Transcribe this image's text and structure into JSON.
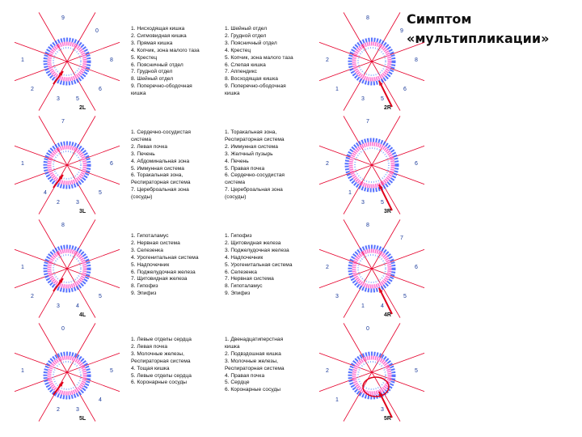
{
  "slide": {
    "title_line1": "Симптом",
    "title_line2": "«мультипликации»"
  },
  "colors": {
    "ring_blue": "#3b5bff",
    "ring_pink": "#ff6fd0",
    "ray_red": "#e5002b",
    "arrow": "#e0001a"
  },
  "rows": [
    {
      "left_label": "2L",
      "right_label": "2R",
      "left_numbers": {
        "top": "9",
        "tr": "0",
        "r": "8",
        "br": "6",
        "b1": "5",
        "b2": "3",
        "l": "1",
        "bl": "2",
        "extra": ""
      },
      "right_numbers": {
        "top": "8",
        "tr": "9",
        "r": "8",
        "br": "6",
        "b1": "5",
        "b2": "3",
        "l": "2",
        "bl": "1",
        "extra": ""
      },
      "list_left": [
        "1. Нисходящая кишка",
        "2. Сигмовидная кишка",
        "3. Прямая кишка",
        "4. Копчик, зона малого таза",
        "5. Крестец",
        "6. Поясничный отдел",
        "7. Грудной отдел",
        "8. Шейный отдел",
        "9. Поперечно-ободочная",
        "кишка"
      ],
      "list_right": [
        "1. Шейный отдел",
        "2. Грудной отдел",
        "3. Поясничный отдел",
        "4. Крестец",
        "5. Копчик, зона малого таза",
        "6. Слепая кишка",
        "7. Аппендикс",
        "8. Восходящая кишка",
        "9. Поперечно-ободочная",
        "кишка"
      ]
    },
    {
      "left_label": "3L",
      "right_label": "3R",
      "left_numbers": {
        "top": "7",
        "tr": "",
        "r": "6",
        "br": "5",
        "b1": "3",
        "b2": "2",
        "l": "1",
        "bl": "",
        "extra": "4"
      },
      "right_numbers": {
        "top": "7",
        "tr": "",
        "r": "6",
        "br": "",
        "b1": "5",
        "b2": "3",
        "l": "2",
        "bl": "",
        "extra": "1"
      },
      "list_left": [
        "1. Сердечно-сосудистая",
        "система",
        "2. Левая почка",
        "3. Печень",
        "4. Абдоминальная зона",
        "5. Иммунная система",
        "6. Торакальная зона,",
        "Респираторная система",
        "7. Цереброальная зона",
        "(сосуды)"
      ],
      "list_right": [
        "1. Торакальная зона,",
        "Респираторная система",
        "2. Иммунная система",
        "3. Желчный пузырь",
        "4. Печень",
        "5. Правая почка",
        "6. Сердечно-сосудистая",
        "система",
        "7. Цереброальная зона",
        "(сосуды)"
      ]
    },
    {
      "left_label": "4L",
      "right_label": "4R",
      "left_numbers": {
        "top": "8",
        "tr": "",
        "r": "",
        "br": "5",
        "b1": "4",
        "b2": "3",
        "l": "1",
        "bl": "2",
        "extra": ""
      },
      "right_numbers": {
        "top": "8",
        "tr": "7",
        "r": "6",
        "br": "5",
        "b1": "4",
        "b2": "1",
        "l": "2",
        "bl": "3",
        "extra": ""
      },
      "list_left": [
        "1. Гипоталамус",
        "2. Нервная система",
        "3. Селезенка",
        "4. Урогенитальная система",
        "5. Надпочечник",
        "6. Поджелудочная железа",
        "7. Щитовидная железа",
        "8. Гипофиз",
        "9. Эпифиз"
      ],
      "list_right": [
        "1. Гипофиз",
        "2. Щитовидная железа",
        "3. Поджелудочная железа",
        "4. Надпочечник",
        "5. Урогенитальная система",
        "6. Селезенка",
        "7. Нервная система",
        "8. Гипоталамус",
        "9. Эпифиз"
      ]
    },
    {
      "left_label": "5L",
      "right_label": "5R",
      "left_numbers": {
        "top": "0",
        "tr": "",
        "r": "5",
        "br": "4",
        "b1": "3",
        "b2": "2",
        "l": "1",
        "bl": "",
        "extra": ""
      },
      "right_numbers": {
        "top": "0",
        "tr": "",
        "r": "5",
        "br": "",
        "b1": "3",
        "b2": "",
        "l": "2",
        "bl": "1",
        "extra": ""
      },
      "list_left": [
        "1. Левые отделы сердца",
        "2. Левая почка",
        "3. Молочные железы,",
        "Респираторная система",
        "4. Тощая кишка",
        "5. Левые отделы сердца",
        "6. Коронарные сосуды"
      ],
      "list_right": [
        "1. Двенадцатиперстная",
        "кишка",
        "2. Подвздошная кишка",
        "3. Молочные железы,",
        "Респираторная система",
        "4. Правая почка",
        "5. Сердце",
        "6. Коронарные сосуды"
      ]
    }
  ]
}
